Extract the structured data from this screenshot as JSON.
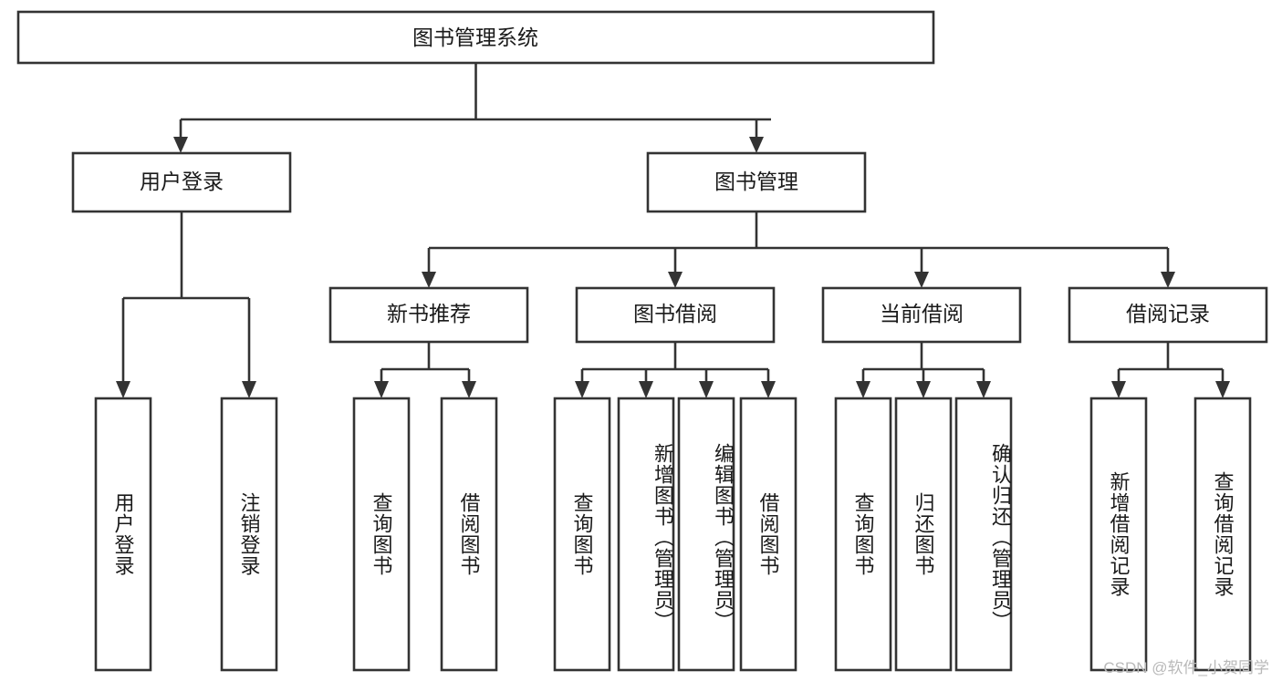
{
  "diagram": {
    "type": "tree-hierarchy",
    "title": "图书管理系统",
    "root": {
      "label": "图书管理系统",
      "orientation": "horizontal"
    },
    "level2": [
      {
        "label": "用户登录",
        "orientation": "horizontal"
      },
      {
        "label": "图书管理",
        "orientation": "horizontal"
      }
    ],
    "level3": [
      {
        "label": "新书推荐",
        "orientation": "horizontal"
      },
      {
        "label": "图书借阅",
        "orientation": "horizontal"
      },
      {
        "label": "当前借阅",
        "orientation": "horizontal"
      },
      {
        "label": "借阅记录",
        "orientation": "horizontal"
      }
    ],
    "leaves": {
      "user_login": [
        {
          "label": "用户登录",
          "orientation": "vertical"
        },
        {
          "label": "注销登录",
          "orientation": "vertical"
        }
      ],
      "new_book_recommend": [
        {
          "label": "查询图书",
          "orientation": "vertical"
        },
        {
          "label": "借阅图书",
          "orientation": "vertical"
        }
      ],
      "book_borrow": [
        {
          "label": "查询图书",
          "orientation": "vertical"
        },
        {
          "label": "新增图书（管理员）",
          "orientation": "vertical"
        },
        {
          "label": "编辑图书（管理员）",
          "orientation": "vertical"
        },
        {
          "label": "借阅图书",
          "orientation": "vertical"
        }
      ],
      "current_borrow": [
        {
          "label": "查询图书",
          "orientation": "vertical"
        },
        {
          "label": "归还图书",
          "orientation": "vertical"
        },
        {
          "label": "确认归还（管理员）",
          "orientation": "vertical"
        }
      ],
      "borrow_record": [
        {
          "label": "新增借阅记录",
          "orientation": "vertical"
        },
        {
          "label": "查询借阅记录",
          "orientation": "vertical"
        }
      ]
    },
    "colors": {
      "stroke": "#333333",
      "box_fill": "#ffffff",
      "text": "#1a1a1a",
      "background": "#ffffff",
      "watermark": "#b9b9b9"
    }
  },
  "watermark": {
    "text": "CSDN @软件_小贺同学"
  }
}
